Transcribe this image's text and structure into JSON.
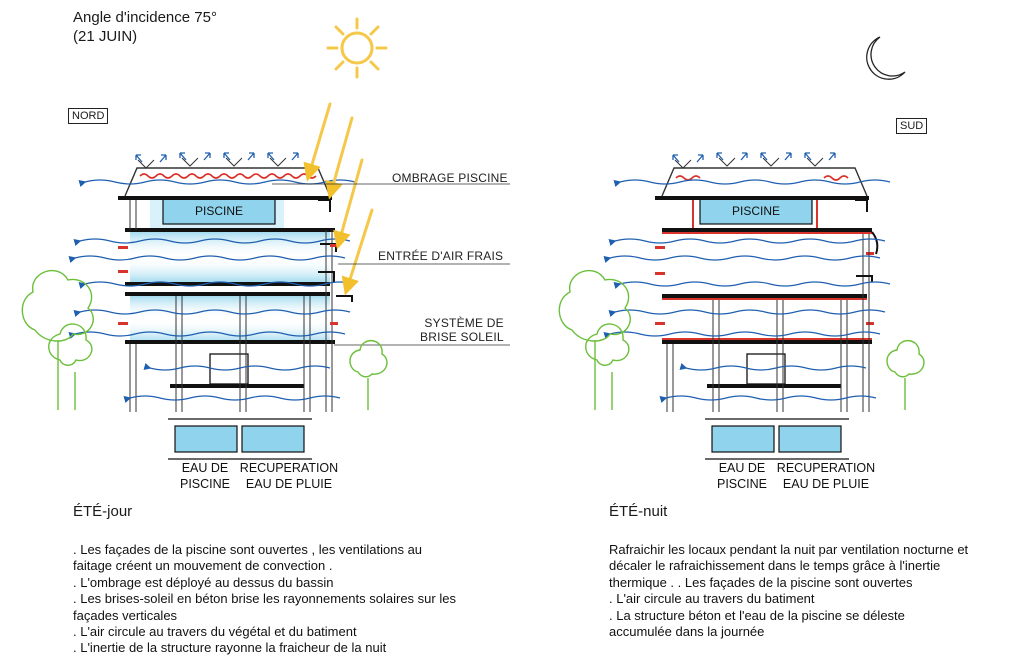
{
  "header": {
    "line1": "Angle d'incidence 75°",
    "line2": "(21 JUIN)"
  },
  "orientation": {
    "nord": "NORD",
    "sud": "SUD"
  },
  "left_diagram": {
    "pool_label": "PISCINE",
    "callouts": {
      "ombrage": "OMBRAGE PISCINE",
      "air": "ENTRÉE D'AIR FRAIS",
      "brise_1": "SYSTÈME DE",
      "brise_2": "BRISE SOLEIL"
    },
    "tank_pool_1": "EAU DE",
    "tank_pool_2": "PISCINE",
    "tank_rain_1": "RECUPERATION",
    "tank_rain_2": "EAU DE PLUIE"
  },
  "right_diagram": {
    "pool_label": "PISCINE",
    "tank_pool_1": "EAU DE",
    "tank_pool_2": "PISCINE",
    "tank_rain_1": "RECUPERATION",
    "tank_rain_2": "EAU DE PLUIE"
  },
  "day": {
    "title": "ÉTÉ-jour",
    "lines": [
      ". Les façades de la piscine sont ouvertes , les ventilations   au",
      "faitage créent un mouvement de convection .",
      ". L'ombrage  est déployé au dessus du bassin",
      ". Les brises-soleil  en béton brise les rayonnements  solaires sur les",
      "façades verticales",
      ". L'air circule au travers  du végétal et du batiment",
      ". L'inertie de la structure  rayonne  la fraicheur de la nuit"
    ]
  },
  "night": {
    "title": "ÉTÉ-nuit",
    "lines": [
      "Rafraichir les locaux pendant la nuit par ventilation nocturne et",
      "décaler le rafraichissement  dans le temps grâce à l'inertie",
      "thermique . . Les façades de la piscine sont ouvertes",
      ". L'air circule au travers du batiment",
      ". La structure béton et l'eau de la piscine se déleste",
      "accumulée dans la journée"
    ]
  },
  "colors": {
    "air": "#1f5fb0",
    "water": "#8fd3ec",
    "sun": "#f5c84a",
    "tree": "#6bbf3a",
    "warm": "#d9342b",
    "structure": "#111111"
  },
  "icons": [
    "sun-icon",
    "moon-icon",
    "tree-icon",
    "air-flow-arrow-icon",
    "sun-ray-icon"
  ]
}
